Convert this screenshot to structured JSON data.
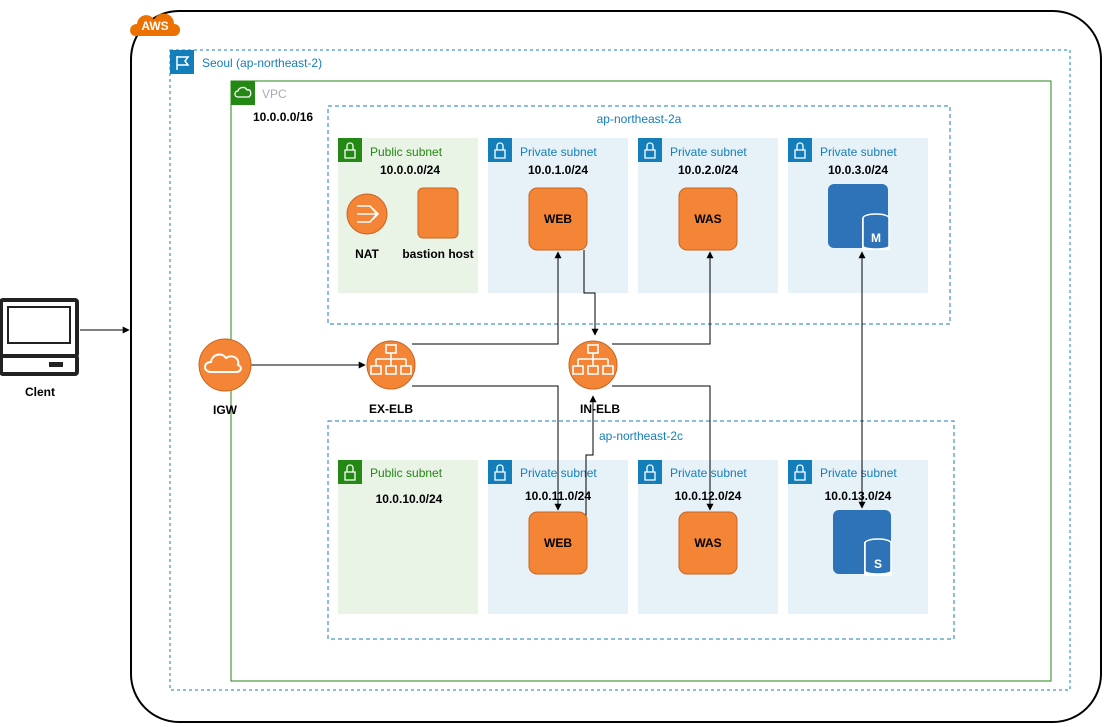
{
  "cloud": {
    "badge": "AWS"
  },
  "region": {
    "label": "Seoul (ap-northeast-2)"
  },
  "vpc": {
    "label": "VPC",
    "cidr": "10.0.0.0/16"
  },
  "azs": [
    {
      "label": "ap-northeast-2a"
    },
    {
      "label": "ap-northeast-2c"
    }
  ],
  "subnets_a": [
    {
      "label": "Public subnet",
      "cidr": "10.0.0.0/24",
      "kind": "public"
    },
    {
      "label": "Private subnet",
      "cidr": "10.0.1.0/24",
      "kind": "private"
    },
    {
      "label": "Private subnet",
      "cidr": "10.0.2.0/24",
      "kind": "private"
    },
    {
      "label": "Private subnet",
      "cidr": "10.0.3.0/24",
      "kind": "private"
    }
  ],
  "subnets_c": [
    {
      "label": "Public subnet",
      "cidr": "10.0.10.0/24",
      "kind": "public"
    },
    {
      "label": "Private subnet",
      "cidr": "10.0.11.0/24",
      "kind": "private"
    },
    {
      "label": "Private subnet",
      "cidr": "10.0.12.0/24",
      "kind": "private"
    },
    {
      "label": "Private subnet",
      "cidr": "10.0.13.0/24",
      "kind": "private"
    }
  ],
  "nodes": {
    "client": "Clent",
    "igw": "IGW",
    "ex_elb": "EX-ELB",
    "in_elb": "IN-ELB",
    "nat": "NAT",
    "bastion": "bastion host",
    "web_a": "WEB",
    "was_a": "WAS",
    "web_c": "WEB",
    "was_c": "WAS",
    "db_master": "M",
    "db_slave": "S"
  },
  "colors": {
    "aws_orange": "#ED7100",
    "service_orange": "#F58536",
    "region_blue": "#147EBA",
    "vpc_green": "#248814",
    "public_fill": "#E9F3E6",
    "private_fill": "#E6F2F8",
    "db_blue": "#2E73B8",
    "line": "#000000"
  }
}
